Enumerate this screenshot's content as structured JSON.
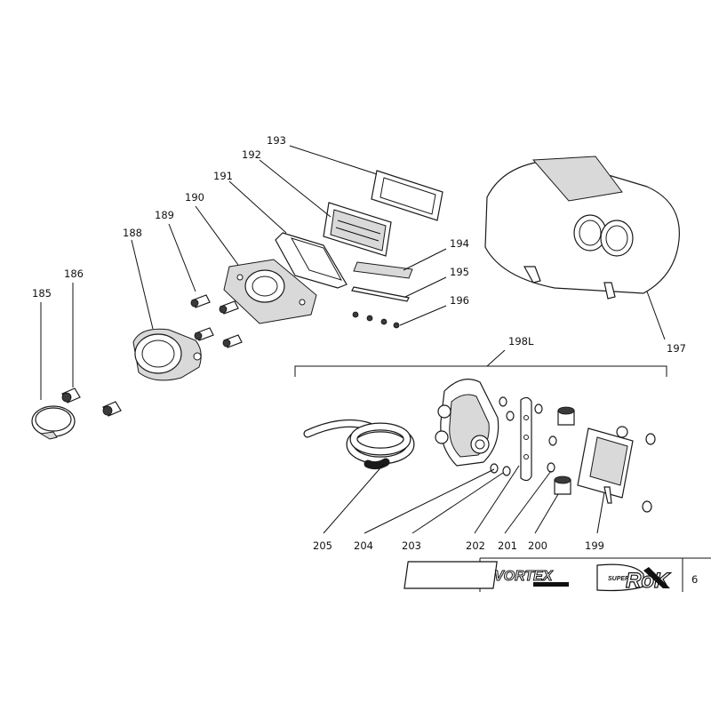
{
  "callouts": [
    {
      "id": "185",
      "text": "185"
    },
    {
      "id": "186",
      "text": "186"
    },
    {
      "id": "188",
      "text": "188"
    },
    {
      "id": "189",
      "text": "189"
    },
    {
      "id": "190",
      "text": "190"
    },
    {
      "id": "191",
      "text": "191"
    },
    {
      "id": "192",
      "text": "192"
    },
    {
      "id": "193",
      "text": "193"
    },
    {
      "id": "194",
      "text": "194"
    },
    {
      "id": "195",
      "text": "195"
    },
    {
      "id": "196",
      "text": "196"
    },
    {
      "id": "197",
      "text": "197"
    },
    {
      "id": "198L",
      "text": "198L"
    },
    {
      "id": "199",
      "text": "199"
    },
    {
      "id": "200",
      "text": "200"
    },
    {
      "id": "201",
      "text": "201"
    },
    {
      "id": "202",
      "text": "202"
    },
    {
      "id": "203",
      "text": "203"
    },
    {
      "id": "204",
      "text": "204"
    },
    {
      "id": "205",
      "text": "205"
    }
  ],
  "title_block": {
    "logo_left": "VORTEX",
    "logo_right_small": "SUPER",
    "logo_right_big": "RoK",
    "page_number": "6"
  }
}
